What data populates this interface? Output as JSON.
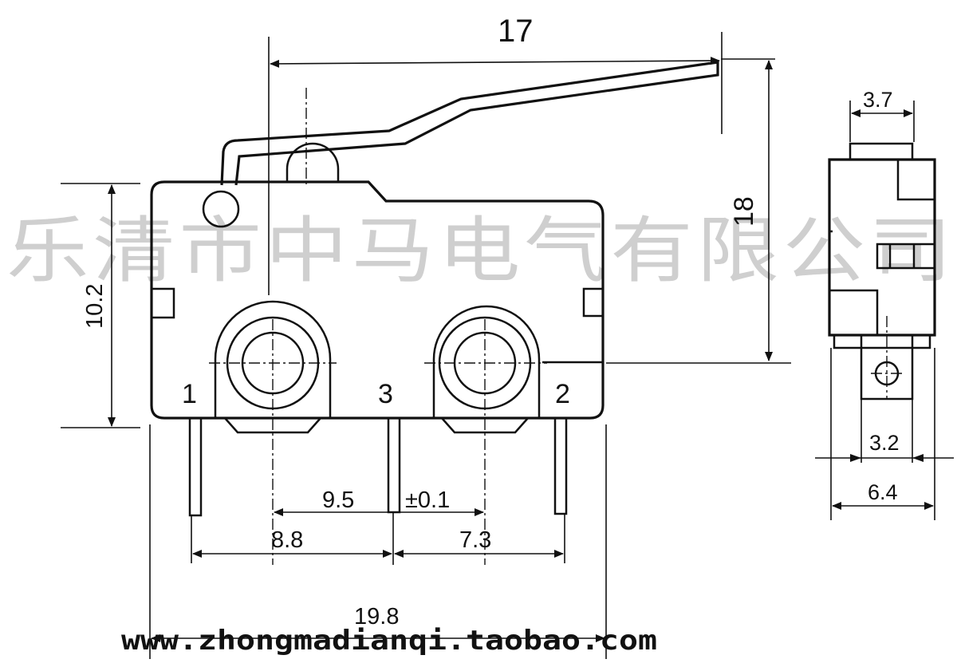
{
  "watermark": "乐清市中马电气有限公司",
  "url": "www.zhongmadianqi.taobao.com",
  "front_view": {
    "dim_lever_length": "17",
    "dim_total_height": "18",
    "dim_body_height": "10.2",
    "dim_terminal_spacing": "9.5",
    "dim_tolerance": "±0.1",
    "dim_pin1_to_pin3": "8.8",
    "dim_pin3_to_pin2": "7.3",
    "dim_body_width": "19.8",
    "pin_labels": [
      "1",
      "3",
      "2"
    ]
  },
  "side_view": {
    "dim_actuator_width": "3.7",
    "dim_terminal_width": "3.2",
    "dim_body_depth": "6.4"
  }
}
